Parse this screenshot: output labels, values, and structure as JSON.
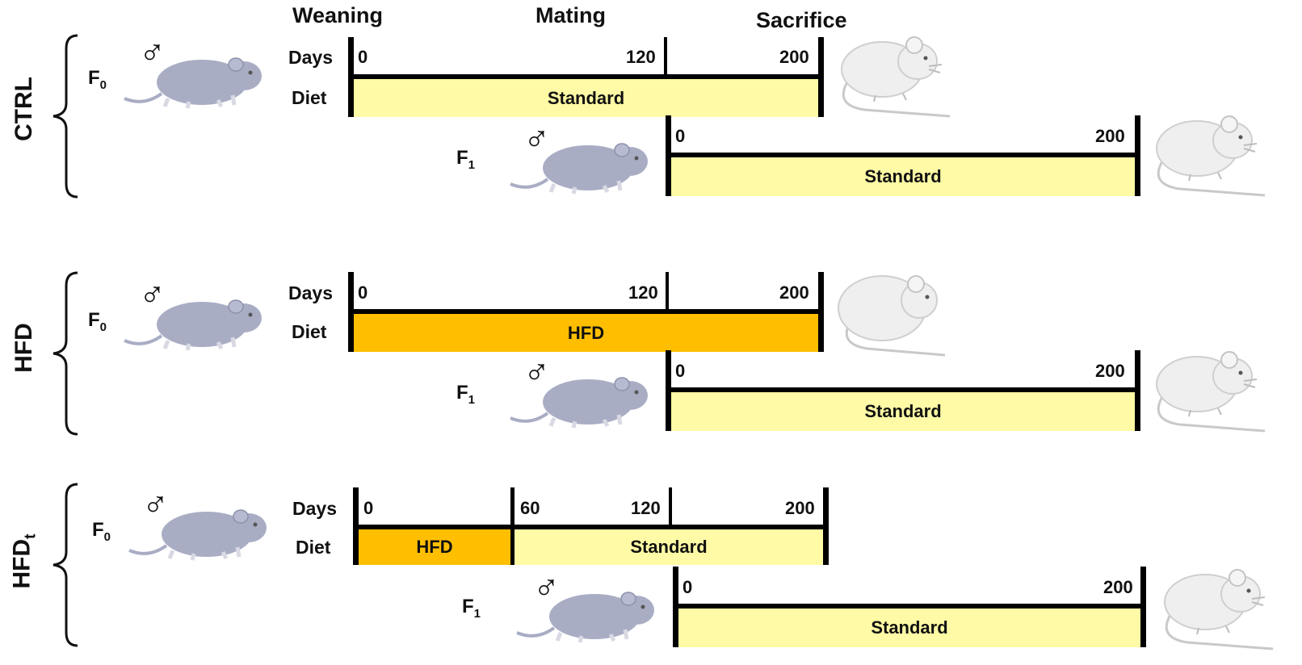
{
  "headers": {
    "weaning": "Weaning",
    "mating": "Mating",
    "sacrifice": "Sacrifice"
  },
  "groups": [
    {
      "label": "CTRL",
      "sub": ""
    },
    {
      "label": "HFD",
      "sub": ""
    },
    {
      "label": "HFD",
      "sub": "t"
    }
  ],
  "generation": {
    "f": "F",
    "f0_sub": "0",
    "f1_sub": "1"
  },
  "row_labels": {
    "days": "Days",
    "diet": "Diet"
  },
  "male_symbol": "♂",
  "ticks": {
    "d0": "0",
    "d60": "60",
    "d120": "120",
    "d200": "200"
  },
  "diets": {
    "standard": "Standard",
    "hfd": "HFD"
  },
  "colors": {
    "standard": "#fffaa5",
    "hfd": "#ffbf00",
    "grey_mouse": "#a9adc4",
    "white_mouse": "#efefef"
  }
}
